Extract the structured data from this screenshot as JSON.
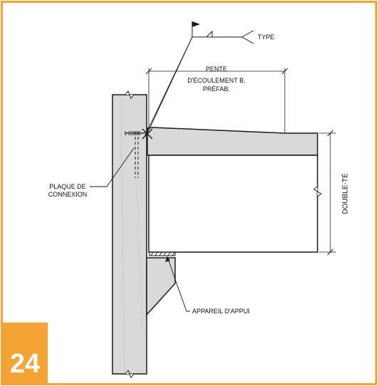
{
  "detail_number": "24",
  "labels": {
    "type": "TYPE",
    "slope_line1": "PENTE",
    "slope_line2": "D'ÉCOULEMENT B.",
    "slope_line3": "PRÉFAB.",
    "plate_line1": "PLAQUE DE",
    "plate_line2": "CONNEXION",
    "double_tee": "DOUBLE-TÉ",
    "bearing": "APPAREIL D'APPUI"
  },
  "colors": {
    "border": "#f4a435",
    "badge": "#f4a435",
    "concrete": "#d9d9d9",
    "line": "#1a1a1a"
  }
}
